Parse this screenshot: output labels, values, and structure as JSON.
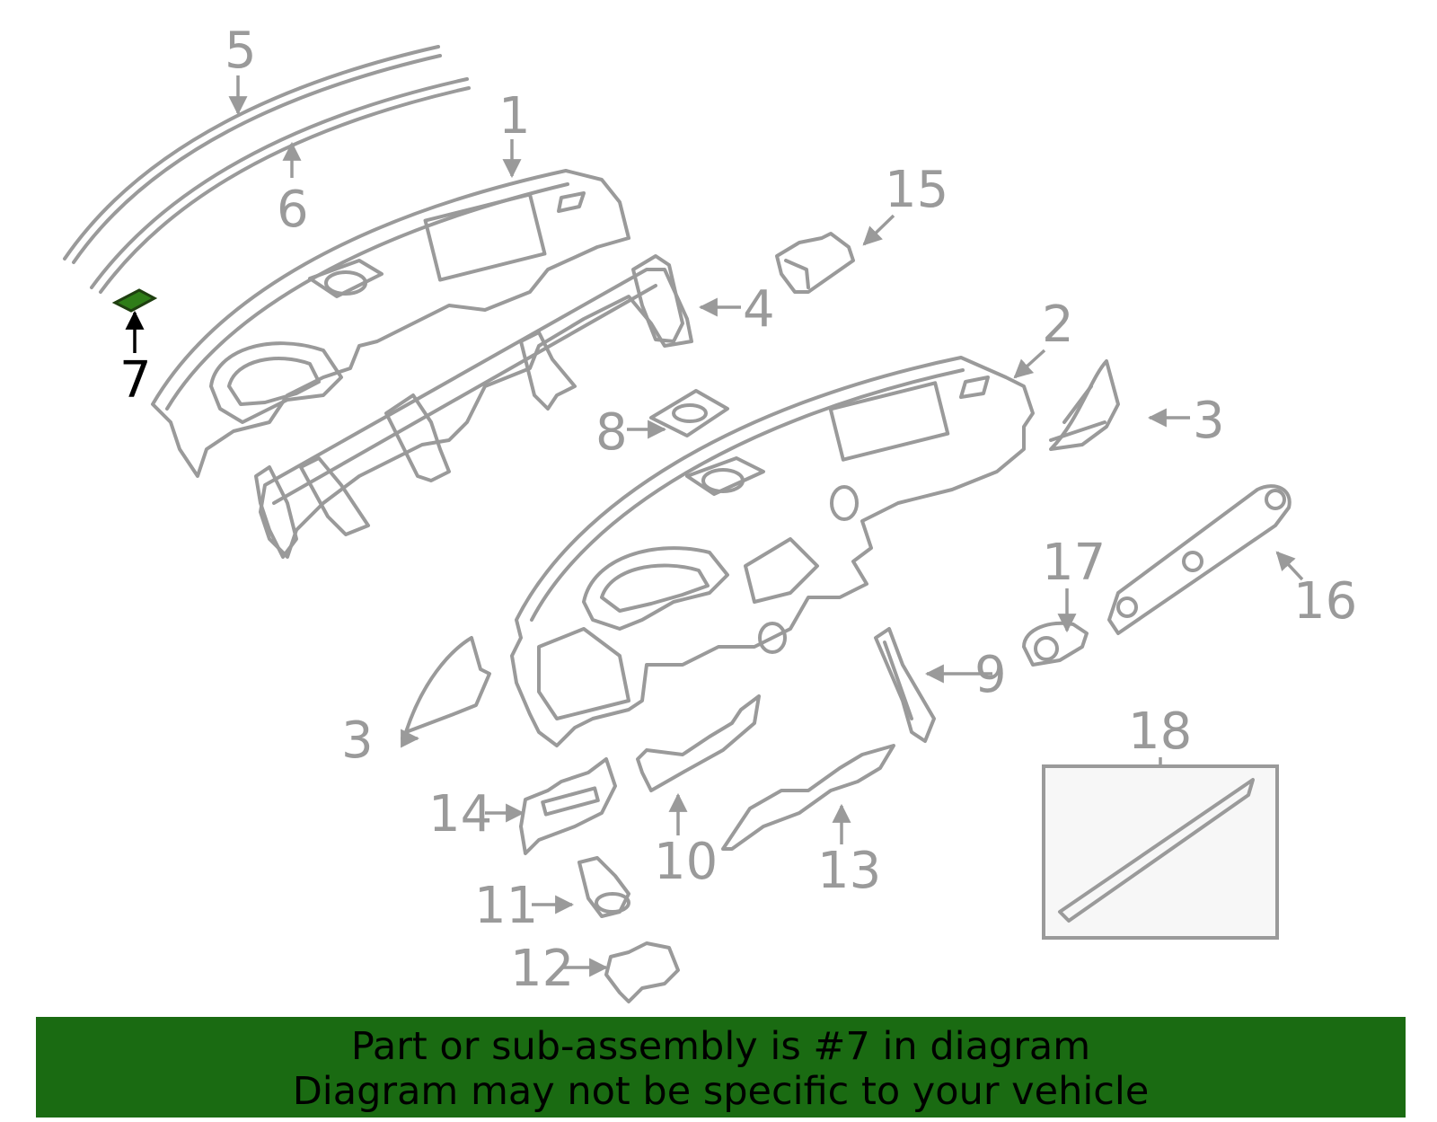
{
  "callouts": {
    "c1": "1",
    "c2": "2",
    "c3a": "3",
    "c3b": "3",
    "c4": "4",
    "c5": "5",
    "c6": "6",
    "c7": "7",
    "c8": "8",
    "c9": "9",
    "c10": "10",
    "c11": "11",
    "c12": "12",
    "c13": "13",
    "c14": "14",
    "c15": "15",
    "c16": "16",
    "c17": "17",
    "c18": "18"
  },
  "highlighted_part": "7",
  "colors": {
    "banner": "#1a6b12",
    "highlight": "#2f7d18",
    "line": "#9a9a9a",
    "text_highlight": "#000000"
  },
  "banner": {
    "line1": "Part or sub-assembly is #7 in diagram",
    "line2": "Diagram may not be specific to your vehicle"
  }
}
